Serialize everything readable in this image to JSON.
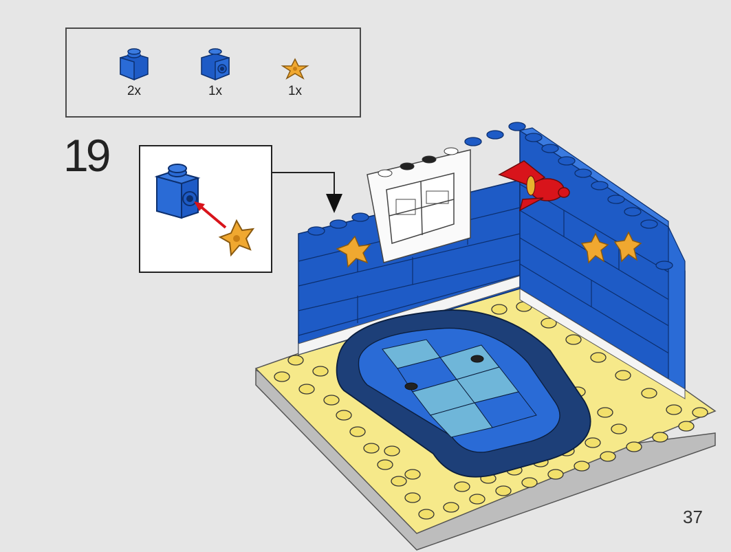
{
  "parts_list": [
    {
      "icon": "blue-brick-1x1-icon",
      "quantity": "2x",
      "color": "#1e5bc6"
    },
    {
      "icon": "blue-brick-1x1-side-stud-icon",
      "quantity": "1x",
      "color": "#1e5bc6"
    },
    {
      "icon": "gold-starfish-icon",
      "quantity": "1x",
      "color": "#f0a830"
    }
  ],
  "step": {
    "number": "19"
  },
  "callout": {
    "icon": "brick-with-starfish-attach-icon"
  },
  "page": {
    "number": "37"
  },
  "colors": {
    "brick_blue": "#1e5bc6",
    "baseplate_yellow": "#f6e98a",
    "tile_dark_blue": "#1d3f78",
    "tile_light_blue": "#6fb6d9",
    "starfish": "#f0a830",
    "rocket_red": "#d8141b"
  }
}
